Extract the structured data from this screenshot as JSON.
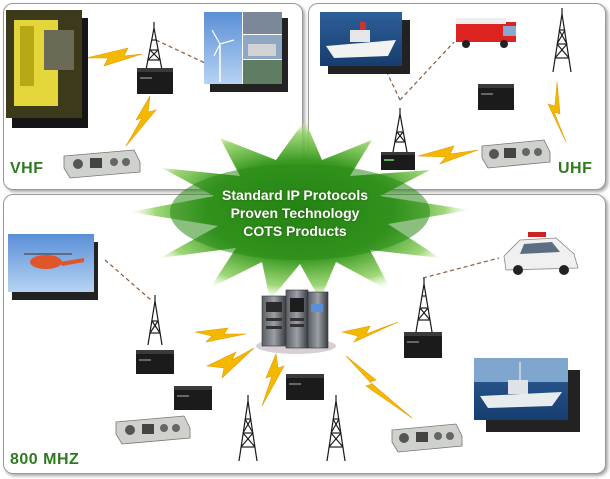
{
  "bands": {
    "vhf": "VHF",
    "uhf": "UHF",
    "mhz800": "800 MHZ"
  },
  "center": {
    "line1": "Standard IP Protocols",
    "line2": "Proven Technology",
    "line3": "COTS Products"
  },
  "colors": {
    "burst_outer": "#7ec34a",
    "burst_inner": "#2f8a1c",
    "lightning": "#f5b800",
    "link_line": "#8a5a3a",
    "label_green": "#2f7a1f"
  },
  "icons": {
    "tower": "radio-tower-icon",
    "base_station": "base-station-icon",
    "radio": "mobile-radio-icon",
    "server_rack": "server-rack-icon",
    "lightning": "lightning-bolt-icon"
  }
}
